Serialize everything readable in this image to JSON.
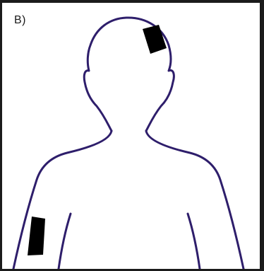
{
  "panel": {
    "label": "B)"
  },
  "figure": {
    "outline_color": "#2e1e6b",
    "marker_color": "#000000",
    "markers": [
      {
        "name": "head-marker",
        "location": "scalp"
      },
      {
        "name": "arm-marker",
        "location": "upper arm"
      }
    ]
  }
}
